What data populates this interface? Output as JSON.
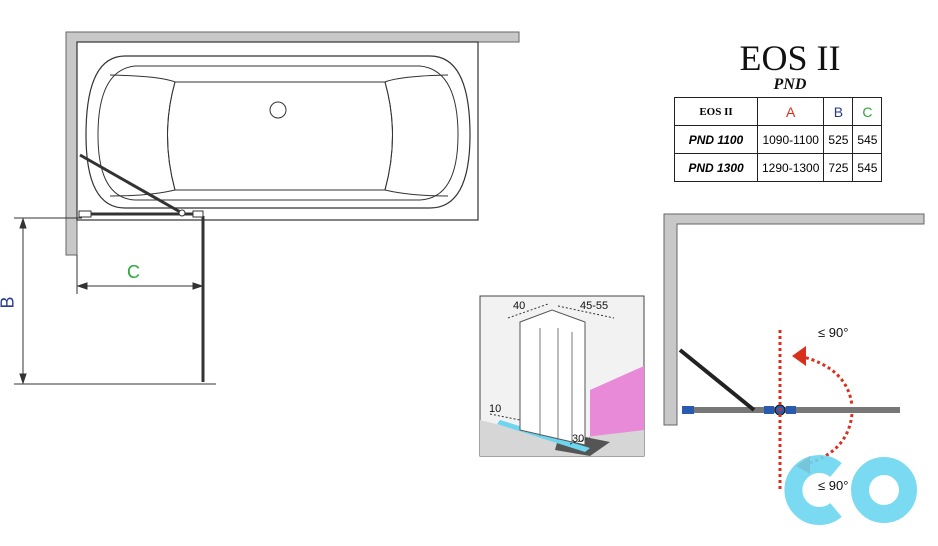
{
  "title": "EOS II",
  "subtitle": "PND",
  "table": {
    "headers": [
      "EOS II",
      "A",
      "B",
      "C"
    ],
    "rows": [
      [
        "PND 1100",
        "1090-1100",
        "525",
        "545"
      ],
      [
        "PND 1300",
        "1290-1300",
        "725",
        "545"
      ]
    ]
  },
  "dimensions": {
    "b": "B",
    "c": "C"
  },
  "profile_labels": {
    "width": "40",
    "range": "45-55",
    "depth": "10",
    "offset": "30"
  },
  "angles": {
    "top": "≤ 90°",
    "bottom": "≤ 90°"
  },
  "colors": {
    "dim_a": "#d9301d",
    "dim_b": "#2a3b8f",
    "dim_c": "#2aa83a",
    "arrow": "#d9301d",
    "watermark": "#6cd6f0",
    "wall_pink": "#e88ad8"
  }
}
